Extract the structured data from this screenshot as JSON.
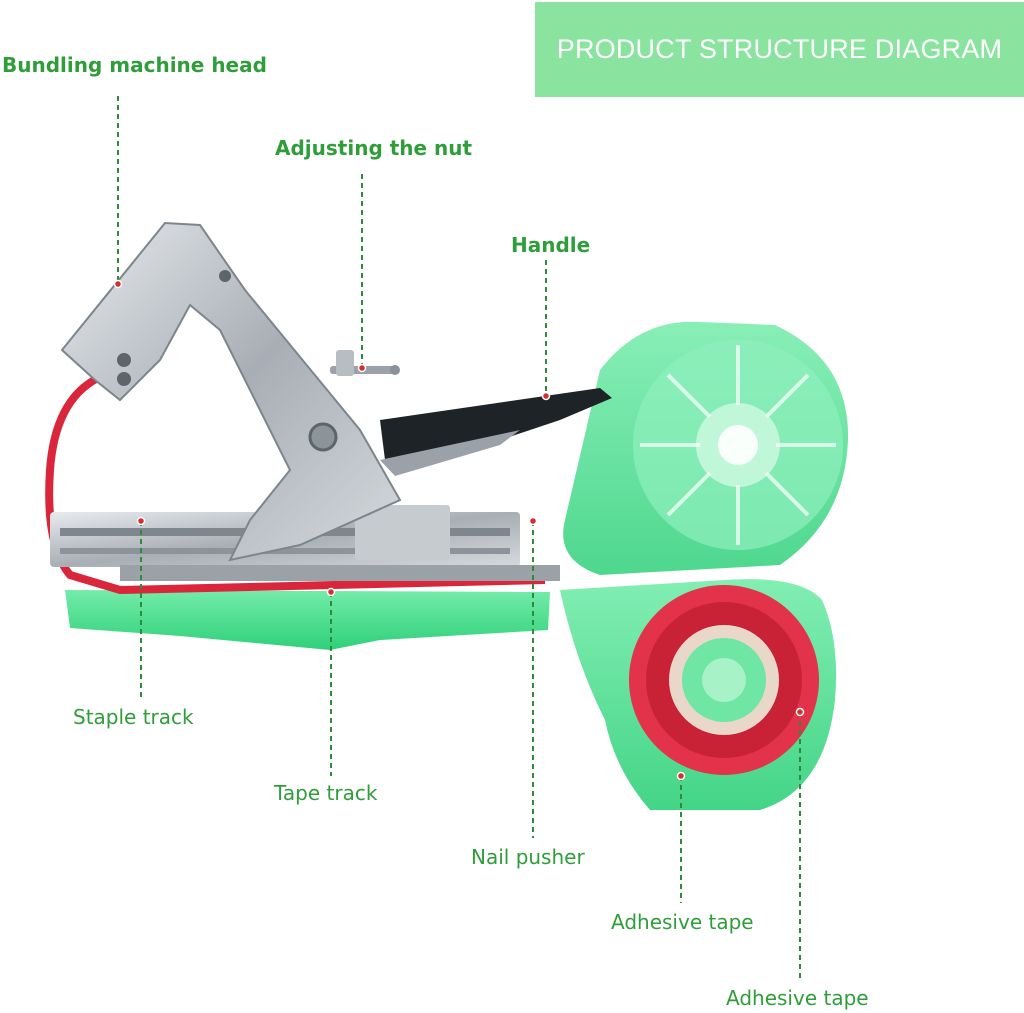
{
  "banner": {
    "title": "PRODUCT STRUCTURE DIAGRAM"
  },
  "labels": {
    "head": "Bundling machine head",
    "nut": "Adjusting the nut",
    "handle": "Handle",
    "staple_track": "Staple track",
    "tape_track": "Tape track",
    "nail_pusher": "Nail pusher",
    "adhesive_tape_1": "Adhesive tape",
    "adhesive_tape_2": "Adhesive tape"
  },
  "colors": {
    "banner_bg": "#8be3a0",
    "label_green": "#2f9e3a",
    "leader_green": "#2e8b3a",
    "dot_red": "#d32f2f",
    "plastic_green": "#3ddc84",
    "metal": "#b9bec4",
    "handle_black": "#1e2328",
    "tape_red": "#e2334a"
  }
}
